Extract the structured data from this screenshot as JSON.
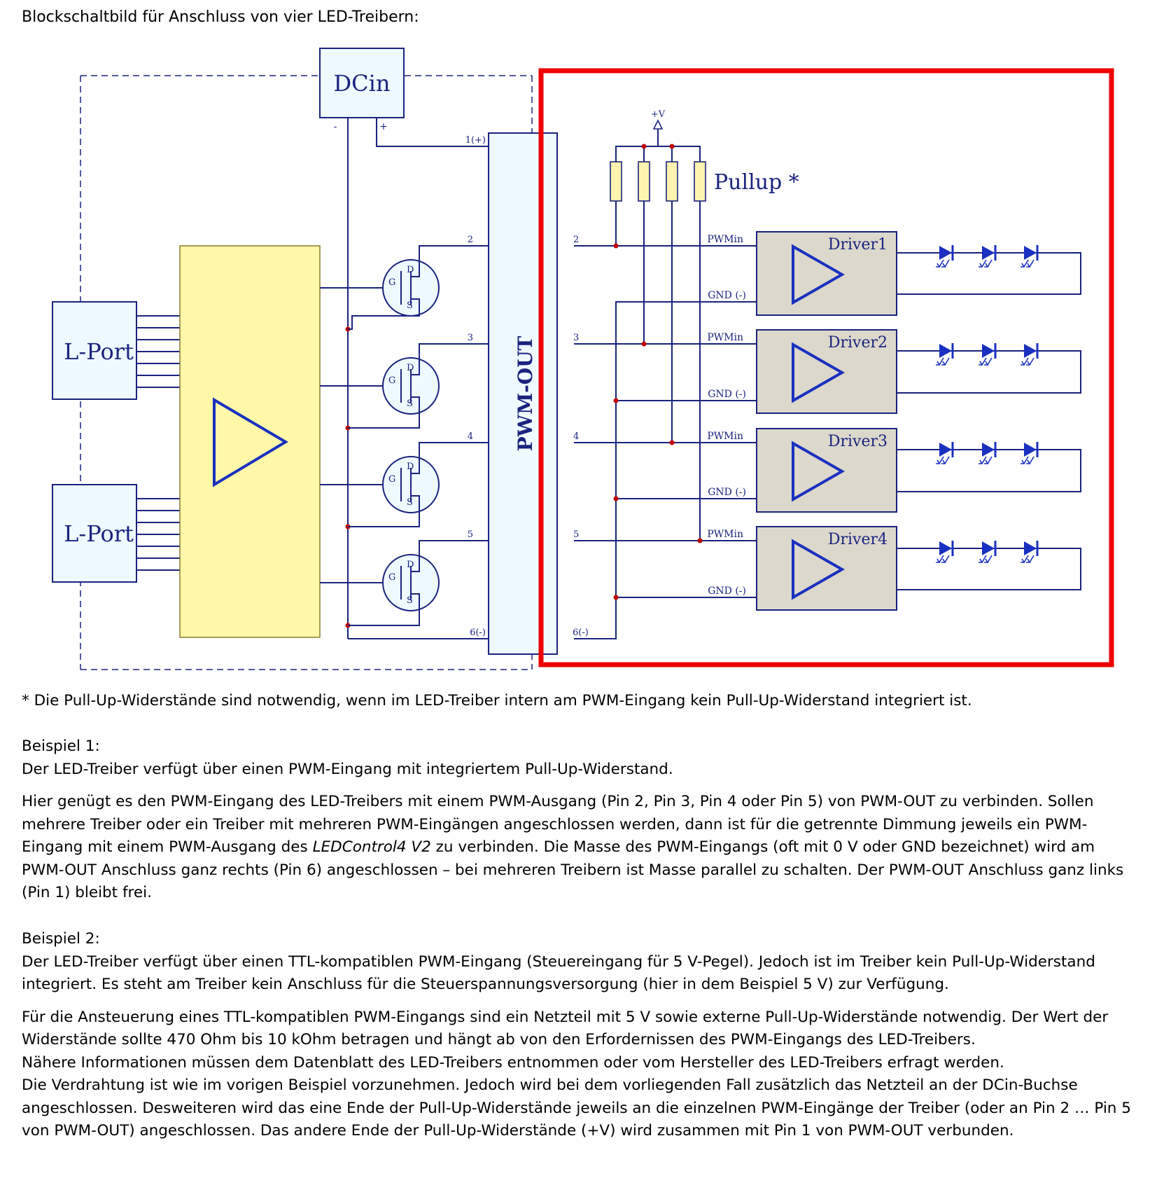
{
  "heading": "Blockschaltbild für Anschluss von vier LED-Treibern:",
  "diagram": {
    "dcin": "DCin",
    "dcin_minus": "-",
    "dcin_plus": "+",
    "lport": "L-Port",
    "pwm_out": "PWM-OUT",
    "pin1": "1(+)",
    "pin_numbers": [
      "2",
      "3",
      "4",
      "5"
    ],
    "pin6": "6(-)",
    "plus_v": "+V",
    "pullup": "Pullup *",
    "pwm_in": "PWMin",
    "gnd": "GND (-)",
    "mosfet_g": "G",
    "mosfet_d": "D",
    "mosfet_s": "S",
    "drivers": [
      "Driver1",
      "Driver2",
      "Driver3",
      "Driver4"
    ]
  },
  "footnote": "* Die Pull-Up-Widerstände sind notwendig, wenn im LED-Treiber intern am PWM-Eingang kein Pull-Up-Widerstand integriert ist.",
  "example1": {
    "title": "Beispiel 1:",
    "line1": "Der LED-Treiber verfügt über einen PWM-Eingang mit integriertem Pull-Up-Widerstand.",
    "p2a": "Hier genügt es den PWM-Eingang des LED-Treibers mit einem PWM-Ausgang (Pin 2, Pin 3, Pin 4 oder Pin 5) von PWM-OUT zu verbinden. Sollen mehrere Treiber oder ein Treiber mit mehreren PWM-Eingängen angeschlossen werden, dann ist für die getrennte Dimmung jeweils ein PWM-Eingang mit einem PWM-Ausgang des ",
    "p2_italic": "LEDControl4 V2",
    "p2b": " zu verbinden. Die Masse des PWM-Eingangs (oft mit 0 V oder GND bezeichnet) wird am PWM-OUT Anschluss ganz rechts (Pin 6) angeschlossen – bei mehreren Treibern ist Masse parallel zu schalten. Der PWM-OUT Anschluss ganz links (Pin 1) bleibt frei."
  },
  "example2": {
    "title": "Beispiel 2:",
    "p1": "Der LED-Treiber verfügt über einen TTL-kompatiblen PWM-Eingang (Steuereingang für 5 V-Pegel). Jedoch ist im Treiber kein Pull-Up-Widerstand integriert. Es steht am Treiber kein Anschluss für die Steuerspannungsversorgung (hier in dem Beispiel 5 V) zur Verfügung.",
    "p2": "Für die Ansteuerung eines TTL-kompatiblen PWM-Eingangs sind ein Netzteil mit 5 V sowie externe Pull-Up-Widerstände notwendig. Der Wert der Widerstände sollte 470 Ohm bis 10 kOhm betragen und hängt ab von den Erfordernissen des PWM-Eingangs des LED-Treibers.",
    "p3": "Nähere Informationen müssen dem Datenblatt des LED-Treibers entnommen oder vom Hersteller des LED-Treibers erfragt werden.",
    "p4": "Die Verdrahtung ist wie im vorigen Beispiel vorzunehmen. Jedoch wird bei dem vorliegenden Fall zusätzlich das Netzteil an der DCin-Buchse angeschlossen. Desweiteren wird das eine Ende der Pull-Up-Widerstände jeweils an die einzelnen PWM-Eingänge der Treiber (oder an Pin 2 … Pin 5 von PWM-OUT) angeschlossen. Das andere Ende der Pull-Up-Widerstände (+V) wird zusammen mit Pin 1 von PWM-OUT verbunden."
  },
  "colors": {
    "wire": "#1a237e",
    "box_fill": "#eefaff",
    "amp_fill": "#fff8a8",
    "driver_fill": "#dcd8cc",
    "highlight": "#ee0000",
    "triangle": "#1a30c0",
    "resistor_fill": "#fff3b0"
  }
}
